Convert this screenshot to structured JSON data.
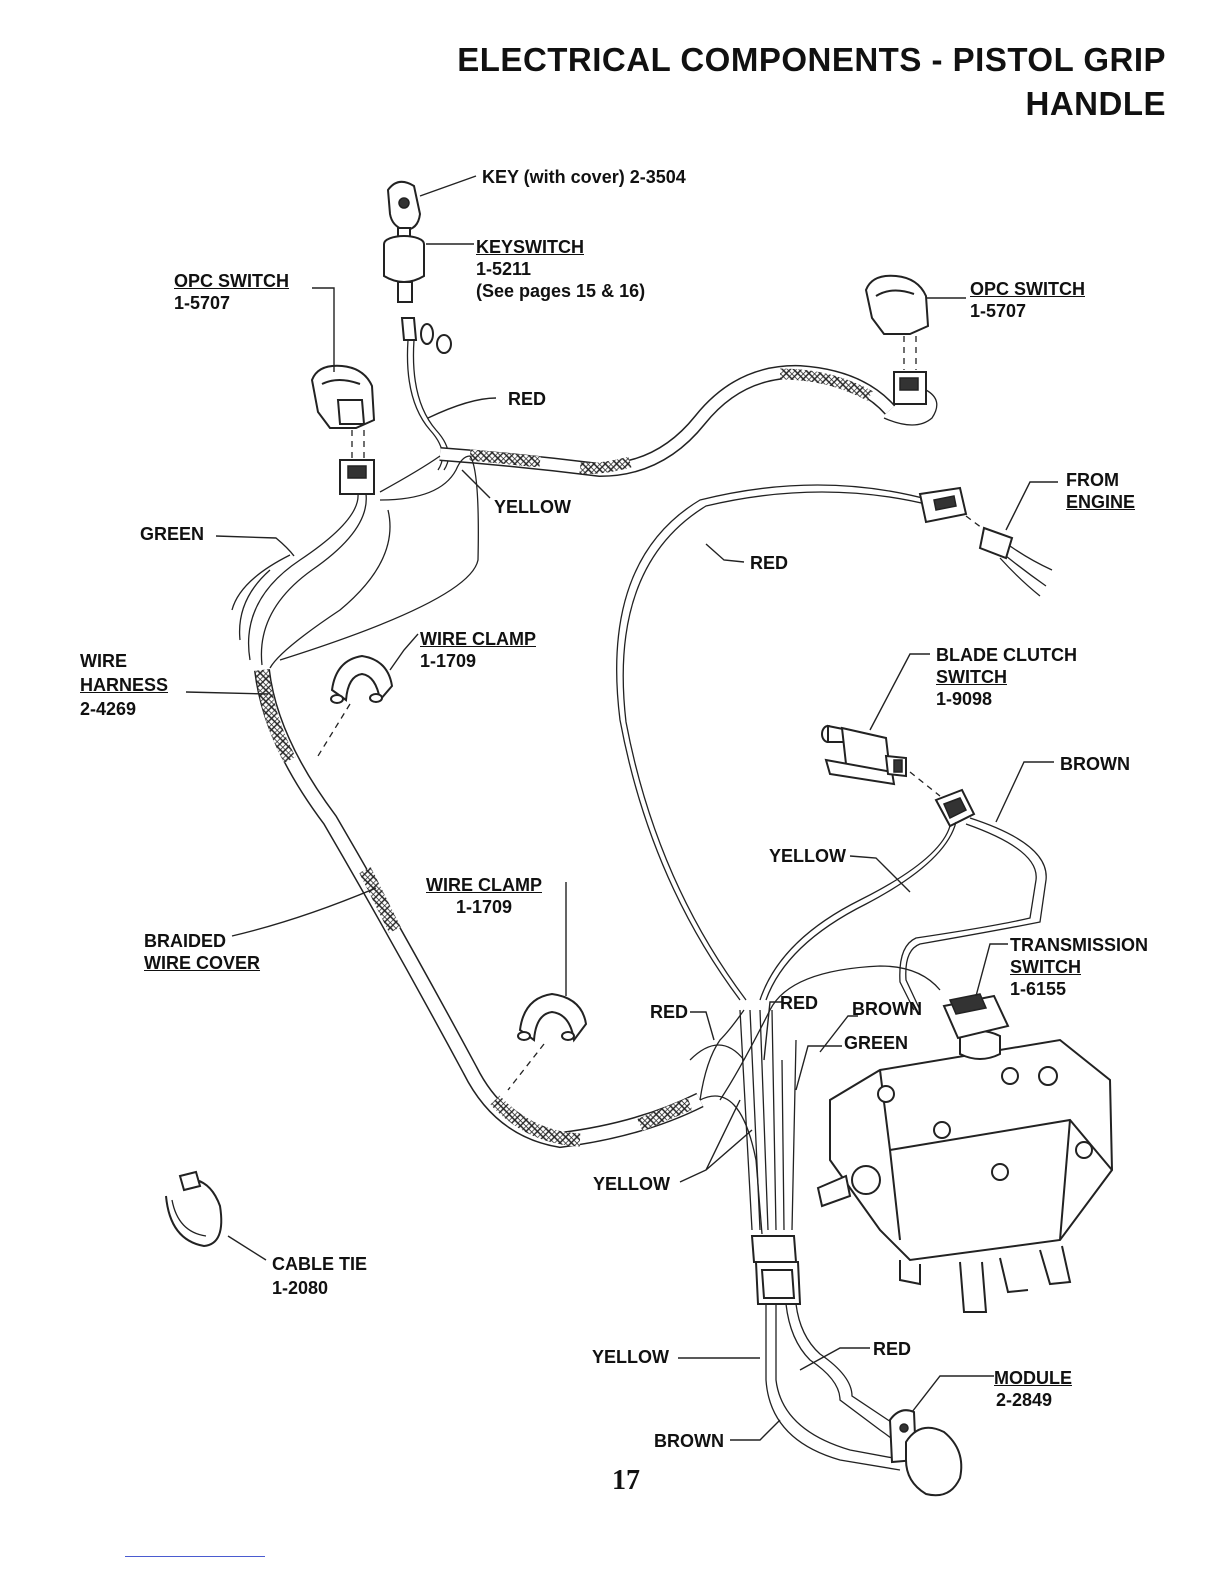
{
  "title": {
    "line1": "ELECTRICAL COMPONENTS - PISTOL GRIP",
    "line2": "HANDLE"
  },
  "labels": {
    "key": "KEY (with cover) 2-3504",
    "keyswitch": {
      "name": "KEYSWITCH",
      "part": "1-5211",
      "note": "(See pages 15 & 16)"
    },
    "opc_left": {
      "name": "OPC SWITCH",
      "part": "1-5707"
    },
    "opc_right": {
      "name": "OPC SWITCH",
      "part": "1-5707"
    },
    "red_top": "RED",
    "yellow_top": "YELLOW",
    "green_left": "GREEN",
    "from_engine": {
      "line1": "FROM",
      "line2": "ENGINE"
    },
    "red_mid": "RED",
    "wire_clamp_top": {
      "name": "WIRE CLAMP",
      "part": "1-1709"
    },
    "wire_harness": {
      "line1": "WIRE",
      "line2": "HARNESS",
      "part": "2-4269"
    },
    "blade_clutch": {
      "line1": "BLADE CLUTCH",
      "line2": "SWITCH",
      "part": "1-9098"
    },
    "brown_right": "BROWN",
    "yellow_mid": "YELLOW",
    "wire_clamp_bottom": {
      "name": "WIRE CLAMP",
      "part": "1-1709"
    },
    "braided": {
      "line1": "BRAIDED",
      "line2": "WIRE COVER"
    },
    "transmission": {
      "line1": "TRANSMISSION",
      "line2": "SWITCH",
      "part": "1-6155"
    },
    "red_a": "RED",
    "red_b": "RED",
    "brown_mid": "BROWN",
    "green_mid": "GREEN",
    "yellow_low": "YELLOW",
    "cable_tie": {
      "name": "CABLE TIE",
      "part": "1-2080"
    },
    "yellow_bottom": "YELLOW",
    "red_bottom": "RED",
    "module": {
      "name": "MODULE",
      "part": "2-2849"
    },
    "brown_bottom": "BROWN"
  },
  "page_number": "17"
}
